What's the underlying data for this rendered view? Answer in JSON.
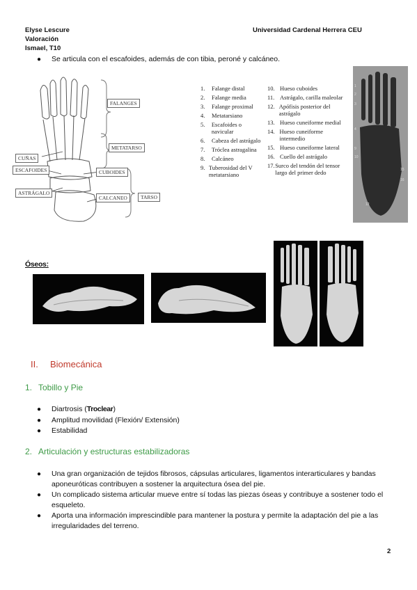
{
  "header": {
    "author": "Elyse Lescure",
    "subtitle": "Valoración",
    "group": "Ismael, T10",
    "university": "Universidad Cardenal Herrera CEU"
  },
  "intro_bullet": "Se articula con el escafoides, además de con tibia, peroné y calcáneo.",
  "figure1": {
    "labels": {
      "falanges": "FALANGES",
      "metatarso": "METATARSO",
      "cunas": "CUÑAS",
      "escafoides": "ESCAFOIDES",
      "cuboides": "CUBOIDES",
      "astragalo": "ASTRÁGALO",
      "calcaneo": "CALCANEO",
      "tarso": "TARSO"
    }
  },
  "legend": {
    "left": [
      {
        "n": "1.",
        "t": "Falange distal"
      },
      {
        "n": "2.",
        "t": "Falange media"
      },
      {
        "n": "3.",
        "t": "Falange proximal"
      },
      {
        "n": "4.",
        "t": "Metatarsiano"
      },
      {
        "n": "5.",
        "t": "Escafoides o navicular"
      },
      {
        "n": "6.",
        "t": "Cabeza del astrágalo"
      },
      {
        "n": "7.",
        "t": "Tróclea astragalina"
      },
      {
        "n": "8.",
        "t": "Calcáneo"
      },
      {
        "n": "9.",
        "t": "Tuberosidad del V metatarsiano"
      }
    ],
    "right": [
      {
        "n": "10.",
        "t": "Hueso cuboides"
      },
      {
        "n": "11.",
        "t": "Astrágalo, carilla maleolar"
      },
      {
        "n": "12.",
        "t": "Apófisis posterior del astrágalo"
      },
      {
        "n": "13.",
        "t": "Hueso cuneiforme medial"
      },
      {
        "n": "14.",
        "t": "Hueso cuneiforme intermedio"
      },
      {
        "n": "15.",
        "t": "Hueso cuneiforme lateral"
      },
      {
        "n": "16.",
        "t": "Cuello del astrágalo"
      },
      {
        "n": "17.",
        "t": "Surco del tendón del tensor largo del primer dedo"
      }
    ]
  },
  "oseos_label": "Óseos:",
  "section2": {
    "numeral": "II.",
    "title": "Biomecánica",
    "sub1": {
      "num": "1.",
      "title": "Tobillo y Pie",
      "items": [
        "Diartrosis (",
        "Troclear",
        ")",
        "Amplitud movilidad (Flexión/ Extensión)",
        "Estabilidad"
      ]
    },
    "sub2": {
      "num": "2.",
      "title": "Articulación y estructuras estabilizadoras",
      "items": [
        "Una gran organización de tejidos fibrosos, cápsulas articulares, ligamentos interarticulares y bandas aponeuróticas contribuyen a sostener la arquitectura ósea del pie.",
        "Un complicado sistema articular mueve entre sí todas las piezas óseas y contribuye a sostener todo el esqueleto.",
        "Aporta una información imprescindible para mantener la postura y permite la adaptación del pie a las irregularidades del terreno."
      ]
    }
  },
  "page_number": "2"
}
